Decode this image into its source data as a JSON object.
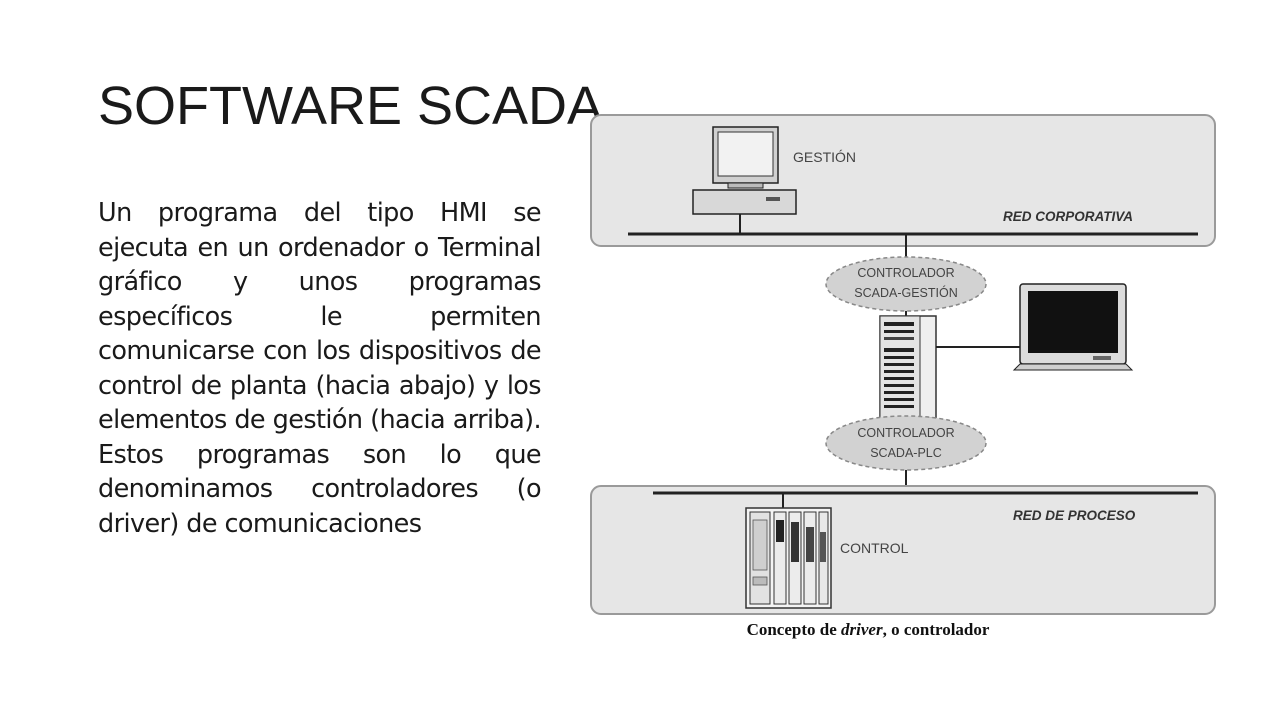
{
  "slide": {
    "title": "SOFTWARE SCADA",
    "body": "Un programa del tipo HMI se ejecuta en un ordenador o Terminal gráfico y unos programas específicos le permiten comunicarse con los dispositivos de control de planta (hacia abajo) y los elementos de gestión (hacia arriba). Estos programas son lo que denominamos controladores (o driver) de comunicaciones"
  },
  "diagram": {
    "labels": {
      "gestion": "GESTIÓN",
      "red_corporativa": "RED CORPORATIVA",
      "controlador_scada_gestion_line1": "CONTROLADOR",
      "controlador_scada_gestion_line2": "SCADA-GESTIÓN",
      "controlador_scada_plc_line1": "CONTROLADOR",
      "controlador_scada_plc_line2": "SCADA-PLC",
      "red_de_proceso": "RED DE PROCESO",
      "control": "CONTROL"
    },
    "caption": {
      "prefix": "Concepto de ",
      "emphasis": "driver",
      "suffix": ", o controlador"
    },
    "colors": {
      "panel_fill": "#e6e6e6",
      "panel_stroke": "#9a9a9a",
      "ellipse_fill": "#d2d2d2",
      "line": "#222222"
    }
  }
}
